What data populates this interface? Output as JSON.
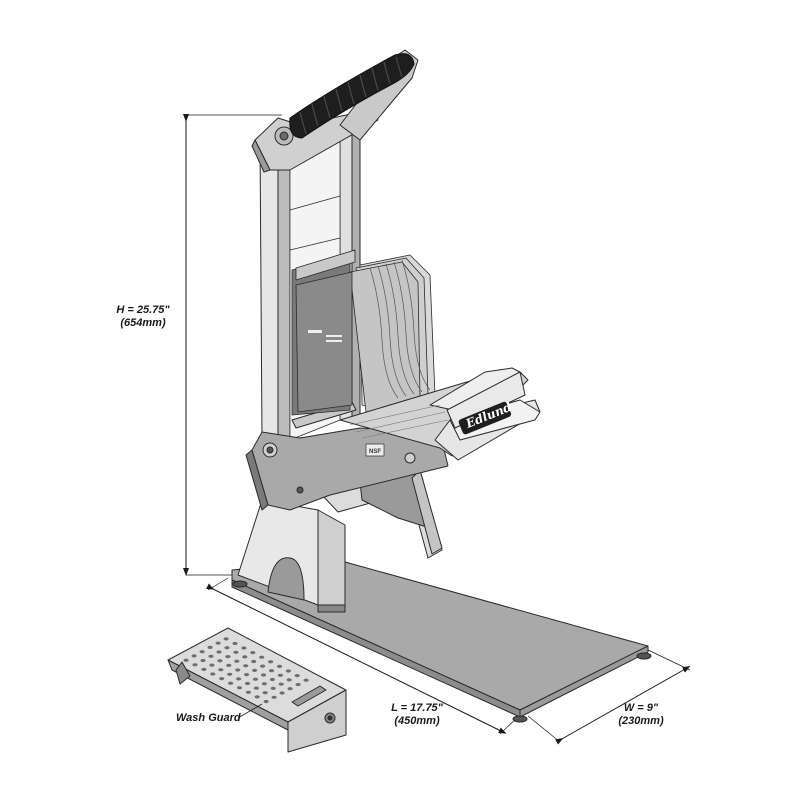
{
  "dimensions": {
    "height": {
      "label": "H = 25.75\"",
      "metric": "(654mm)"
    },
    "length": {
      "label": "L = 17.75\"",
      "metric": "(450mm)"
    },
    "width": {
      "label": "W = 9\"",
      "metric": "(230mm)"
    }
  },
  "callouts": {
    "wash_guard": "Wash Guard"
  },
  "brand": {
    "logo": "Edlund",
    "badge": "NSF"
  },
  "colors": {
    "metal_light": "#e4e4e4",
    "metal_mid": "#bdbdbd",
    "metal_dark": "#8c8c8c",
    "base_plate": "#a9a9a9",
    "handle_grip": "#1e1e1e",
    "outline": "#2a2a2a"
  }
}
